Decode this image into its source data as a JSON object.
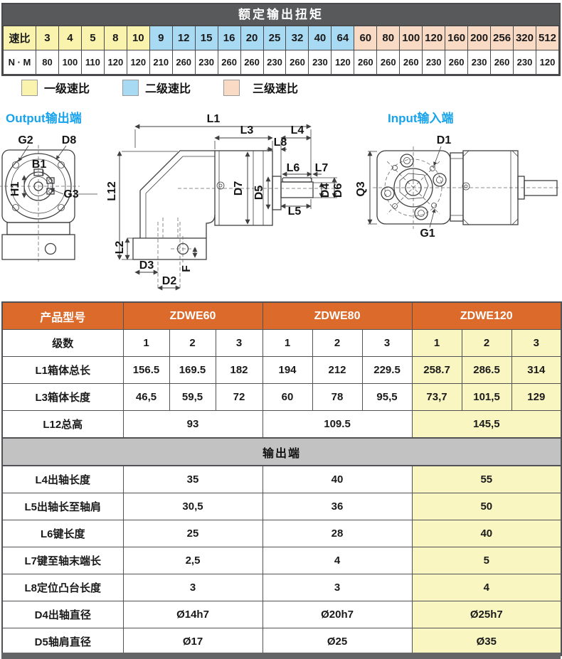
{
  "torque_table": {
    "title": "额定输出扭矩",
    "ratio_row_label": "速比",
    "torque_row_label": "N · M",
    "groups": [
      {
        "stage": "one",
        "color": "#faf3ae",
        "ratios": [
          "3",
          "4",
          "5",
          "8",
          "10"
        ],
        "torques": [
          "80",
          "100",
          "110",
          "120",
          "120"
        ]
      },
      {
        "stage": "two",
        "color": "#a9daf3",
        "ratios": [
          "9",
          "12",
          "15",
          "16",
          "20",
          "25",
          "32",
          "40",
          "64"
        ],
        "torques": [
          "210",
          "260",
          "230",
          "260",
          "260",
          "230",
          "260",
          "230",
          "120"
        ]
      },
      {
        "stage": "three",
        "color": "#f9dac5",
        "ratios": [
          "60",
          "80",
          "100",
          "120",
          "160",
          "200",
          "256",
          "320",
          "512"
        ],
        "torques": [
          "260",
          "260",
          "260",
          "230",
          "260",
          "230",
          "260",
          "230",
          "120"
        ]
      }
    ]
  },
  "legend": {
    "items": [
      {
        "label": "一级速比",
        "color": "#faf3ae"
      },
      {
        "label": "二级速比",
        "color": "#a9daf3"
      },
      {
        "label": "三级速比",
        "color": "#f9dac5"
      }
    ]
  },
  "drawing": {
    "output_title": "Output输出端",
    "input_title": "Input输入端",
    "labels": {
      "G2": "G2",
      "D8": "D8",
      "B1": "B1",
      "H1": "H1",
      "G3": "G3",
      "L1": "L1",
      "L3": "L3",
      "L4": "L4",
      "L8": "L8",
      "L12": "L12",
      "L2": "L2",
      "D7": "D7",
      "D5": "D5",
      "L6": "L6",
      "L7": "L7",
      "D4": "D4",
      "D6": "D6",
      "L5": "L5",
      "D3": "D3",
      "D2": "D2",
      "F": "F",
      "D1": "D1",
      "Q3": "Q3",
      "G1": "G1"
    }
  },
  "spec_table": {
    "rows": [
      {
        "type": "header",
        "label": "产品型号",
        "models": [
          "ZDWE60",
          "ZDWE80",
          "ZDWE120"
        ]
      },
      {
        "type": "cells9",
        "label": "级数",
        "values": [
          "1",
          "2",
          "3",
          "1",
          "2",
          "3",
          "1",
          "2",
          "3"
        ]
      },
      {
        "type": "cells9",
        "label": "L1箱体总长",
        "values": [
          "156.5",
          "169.5",
          "182",
          "194",
          "212",
          "229.5",
          "258.7",
          "286.5",
          "314"
        ]
      },
      {
        "type": "cells9",
        "label": "L3箱体长度",
        "values": [
          "46,5",
          "59,5",
          "72",
          "60",
          "78",
          "95,5",
          "73,7",
          "101,5",
          "129"
        ]
      },
      {
        "type": "cells3",
        "label": "L12总高",
        "values": [
          "93",
          "109.5",
          "145,5"
        ]
      },
      {
        "type": "section",
        "label": "输出端"
      },
      {
        "type": "cells3",
        "label": "L4出轴长度",
        "values": [
          "35",
          "40",
          "55"
        ]
      },
      {
        "type": "cells3",
        "label": "L5出轴长至轴肩",
        "values": [
          "30,5",
          "36",
          "50"
        ]
      },
      {
        "type": "cells3",
        "label": "L6键长度",
        "values": [
          "25",
          "28",
          "40"
        ]
      },
      {
        "type": "cells3",
        "label": "L7键至轴末端长",
        "values": [
          "2,5",
          "4",
          "5"
        ]
      },
      {
        "type": "cells3",
        "label": "L8定位凸台长度",
        "values": [
          "3",
          "3",
          "4"
        ]
      },
      {
        "type": "cells3",
        "label": "D4出轴直径",
        "values": [
          "Ø14h7",
          "Ø20h7",
          "Ø25h7"
        ]
      },
      {
        "type": "cells3",
        "label": "D5轴肩直径",
        "values": [
          "Ø17",
          "Ø25",
          "Ø35"
        ]
      }
    ]
  },
  "colors": {
    "dark_header": "#58595b",
    "orange_header": "#db6a2b",
    "section_gray": "#c2c2c3",
    "highlight_yellow": "#faf6c2",
    "title_blue": "#17a3ec"
  }
}
